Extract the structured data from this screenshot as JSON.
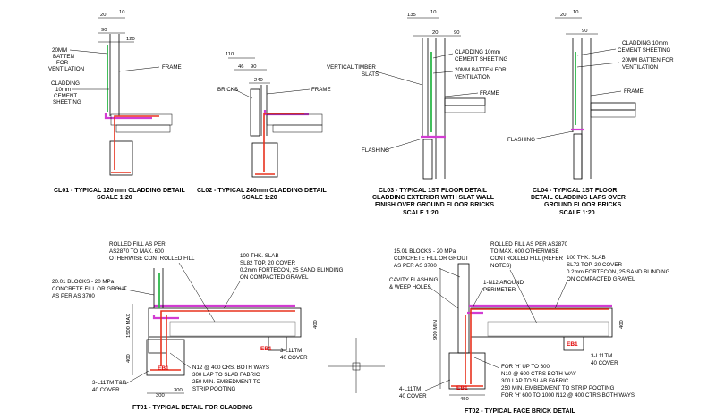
{
  "colors": {
    "rebar": "#e8321e",
    "membrane": "#d23cd2",
    "batten": "#2db84a",
    "line": "#000000"
  },
  "details": {
    "cl01": {
      "title": "CL01 - TYPICAL 120 mm CLADDING DETAIL",
      "scale": "SCALE 1:20",
      "dims": [
        "20",
        "10",
        "90",
        "120"
      ],
      "labels": {
        "batten": [
          "20MM",
          "BATTEN",
          "FOR",
          "VENTILATION"
        ],
        "frame": "FRAME",
        "cladding": [
          "CLADDING",
          "10mm",
          "CEMENT",
          "SHEETING"
        ]
      }
    },
    "cl02": {
      "title": "CL02 - TYPICAL 240mm CLADDING DETAIL",
      "scale": "SCALE 1:20",
      "dims": [
        "110",
        "46",
        "90",
        "240"
      ],
      "labels": {
        "bricks": "BRICKS",
        "frame": "FRAME"
      }
    },
    "cl03": {
      "title": [
        "CL03 - TYPICAL 1ST FLOOR DETAIL",
        "CLADDING EXTERIOR WITH SLAT WALL",
        "FINISH OVER GROUND FLOOR BRICKS",
        "SCALE 1:20"
      ],
      "dims": [
        "135",
        "10",
        "20",
        "90"
      ],
      "labels": {
        "slats": [
          "VERTICAL TIMBER",
          "SLATS"
        ],
        "cladding": [
          "CLADDING 10mm",
          "CEMENT SHEETING"
        ],
        "batten": [
          "20MM BATTEN FOR",
          "VENTILATION"
        ],
        "frame": "FRAME",
        "flashing": "FLASHING"
      }
    },
    "cl04": {
      "title": [
        "CL04 - TYPICAL 1ST FLOOR",
        "DETAIL CLADDING LAPS OVER",
        "GROUND FLOOR BRICKS",
        "SCALE 1:20"
      ],
      "dims": [
        "20",
        "10",
        "90"
      ],
      "labels": {
        "cladding": [
          "CLADDING 10mm",
          "CEMENT SHEETING"
        ],
        "batten": [
          "20MM BATTEN FOR",
          "VENTILATION"
        ],
        "frame": "FRAME",
        "flashing": "FLASHING"
      }
    },
    "ft01": {
      "title": "FT01 - TYPICAL DETAIL FOR CLADDING",
      "dims": [
        "1500 MAX",
        "400",
        "400",
        "300",
        "300"
      ],
      "tags": [
        "EB1",
        "EB1"
      ],
      "labels": {
        "fill": [
          "ROLLED FILL AS PER",
          "AS2870 TO MAX. 600",
          "OTHERWISE CONTROLLED FILL"
        ],
        "slab": [
          "100 THK. SLAB",
          "SL82 TOP, 20 COVER",
          "0.2mm FORTECON, 25 SAND BLINDING",
          "ON COMPACTED GRAVEL"
        ],
        "blocks": [
          "20.01 BLOCKS - 20 MPa",
          "CONCRETE FILL OR GROUT",
          "AS PER AS 3700"
        ],
        "trim": [
          "3-L11TM",
          "40 COVER"
        ],
        "bars": [
          "N12 @ 400 CRS. BOTH WAYS",
          "300 LAP TO SLAB FABRIC",
          "250 MIN. EMBEDMENT TO",
          "STRIP POOTING"
        ],
        "footing": [
          "3-L11TM T&B",
          "40 COVER"
        ]
      }
    },
    "ft02": {
      "title": "FT02 - TYPICAL FACE BRICK DETAIL",
      "dims": [
        "900 MIN",
        "400",
        "450"
      ],
      "tags": [
        "EB1",
        "EB1"
      ],
      "labels": {
        "blocks": [
          "15.01 BLOCKS - 20 MPa",
          "CONCRETE FILL OR GROUT",
          "AS PER AS 3700"
        ],
        "fill": [
          "ROLLED FILL AS PER AS2870",
          "TO MAX. 600 OTHERWISE",
          "CONTROLLED FILL (REFER",
          "NOTES)"
        ],
        "slab": [
          "100 THK. SLAB",
          "SL72 TOP, 20 COVER",
          "0.2mm FORTECON, 25 SAND BLINDING",
          "ON COMPACTED GRAVEL"
        ],
        "cavity": [
          "CAVITY FLASHING",
          "& WEEP HOLES"
        ],
        "perimeter": [
          "1-N12 AROUND",
          "PERIMETER"
        ],
        "trim": [
          "3-L11TM",
          "40 COVER"
        ],
        "bars": [
          "FOR 'H' UP TO 600",
          "N10 @ 600 CTRS BOTH WAY",
          "300 LAP TO SLAB FABRIC",
          "250 MIN. EMBEDMENT TO STRIP POOTING",
          "FOR 'H' 600 TO 1000 N12 @ 400 CTRS BOTH WAYS"
        ],
        "footing": [
          "4-L11TM",
          "40 COVER"
        ]
      }
    }
  }
}
